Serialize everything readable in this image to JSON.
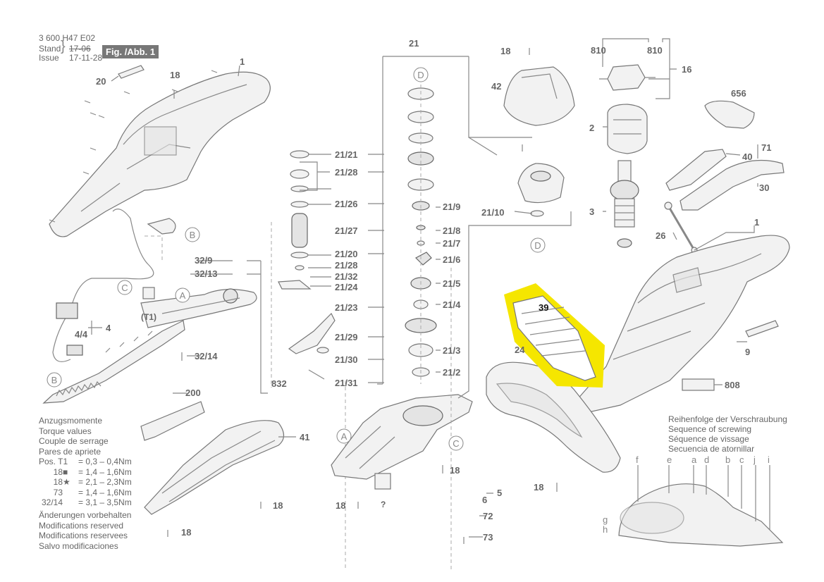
{
  "header": {
    "doc_number": "3 600 H47 E02",
    "stand_label": "Stand",
    "issue_label": "Issue",
    "stand_date_struck": "17-06",
    "issue_date": "17-11-28",
    "figure_label": "Fig. /Abb. 1"
  },
  "torque": {
    "title_lines": [
      "Anzugsmomente",
      "Torque values",
      "Couple de serrage",
      "Pares de apriete"
    ],
    "rows": [
      {
        "pos": "Pos. T1",
        "sym": "",
        "val": "= 0,3 – 0,4Nm"
      },
      {
        "pos": "18",
        "sym": "■",
        "val": "= 1,4 – 1,6Nm"
      },
      {
        "pos": "18",
        "sym": "★",
        "val": "= 2,1 – 2,3Nm"
      },
      {
        "pos": "73",
        "sym": "",
        "val": "= 1,4 – 1,6Nm"
      },
      {
        "pos": "32/14",
        "sym": "",
        "val": "= 3,1 – 3,5Nm"
      }
    ]
  },
  "modifications": [
    "Änderungen vorbehalten",
    "Modifications reserved",
    "Modifications reservees",
    "Salvo modificaciones"
  ],
  "screw_sequence": {
    "lines": [
      "Reihenfolge der Verschraubung",
      "Sequence of screwing",
      "Séquence de vissage",
      "Secuencia de atornillar"
    ],
    "letters": [
      "f",
      "e",
      "a",
      "d",
      "b",
      "c",
      "j",
      "i",
      "g",
      "h"
    ]
  },
  "highlighted_part": "39",
  "part_labels": {
    "p1a": "1",
    "p1b": "1",
    "p20": "20",
    "p18a": "18",
    "p18b": "18",
    "p18c": "18",
    "p18d": "18",
    "p18e": "18",
    "p18f": "18",
    "p18g": "18",
    "p21": "21",
    "p21_21": "21/21",
    "p21_28": "21/28",
    "p21_26": "21/26",
    "p21_27": "21/27",
    "p21_20": "21/20",
    "p21_28b": "21/28",
    "p21_32": "21/32",
    "p21_24": "21/24",
    "p21_23": "21/23",
    "p21_29": "21/29",
    "p21_30": "21/30",
    "p21_31": "21/31",
    "p21_9": "21/9",
    "p21_10": "21/10",
    "p21_8": "21/8",
    "p21_7": "21/7",
    "p21_6": "21/6",
    "p21_5": "21/5",
    "p21_4": "21/4",
    "p21_3": "21/3",
    "p21_2": "21/2",
    "p42": "42",
    "p810a": "810",
    "p810b": "810",
    "p16": "16",
    "p656": "656",
    "p2": "2",
    "p40": "40",
    "p71": "71",
    "p30": "30",
    "p3": "3",
    "p26": "26",
    "p32_9": "32/9",
    "p32_13": "32/13",
    "p32_14": "32/14",
    "p4": "4",
    "p4_4": "4/4",
    "pT1": "(T1)",
    "p200": "200",
    "p832": "832",
    "p41": "41",
    "p39": "39",
    "p24": "24",
    "p9": "9",
    "p808": "808",
    "p5": "5",
    "p6": "6",
    "p72": "72",
    "p73": "73",
    "pq": "?"
  },
  "circle_letters": {
    "A1": "A",
    "A2": "A",
    "B1": "B",
    "B2": "B",
    "C1": "C",
    "C2": "C",
    "D1": "D",
    "D2": "D"
  },
  "colors": {
    "highlight": "#f5e600",
    "line": "#888888",
    "text": "#666666"
  }
}
